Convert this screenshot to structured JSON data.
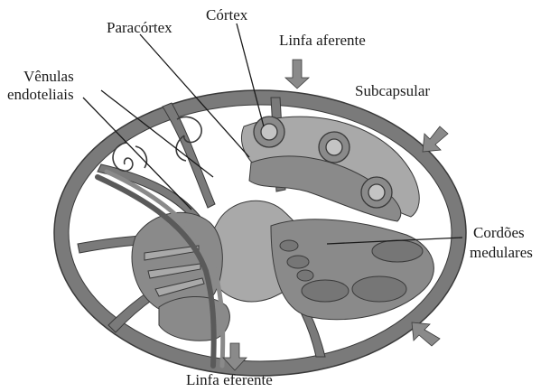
{
  "labels": {
    "cortex": "Córtex",
    "paracortex": "Paracórtex",
    "afferent_lymph": "Linfa aferente",
    "venules_line1": "Vênulas",
    "venules_line2": "endoteliais",
    "subcapsular": "Subcapsular",
    "medullary_cords_line1": "Cordões",
    "medullary_cords_line2": "medulares",
    "efferent_lymph": "Linfa eferente"
  },
  "colors": {
    "capsule": "#6f6f6f",
    "tissue_light": "#a9a9a9",
    "tissue_mid": "#8a8a8a",
    "tissue_dark": "#767676",
    "follicle": "#c4c4c4",
    "outline": "#3a3a3a",
    "text": "#1a1a1a"
  }
}
